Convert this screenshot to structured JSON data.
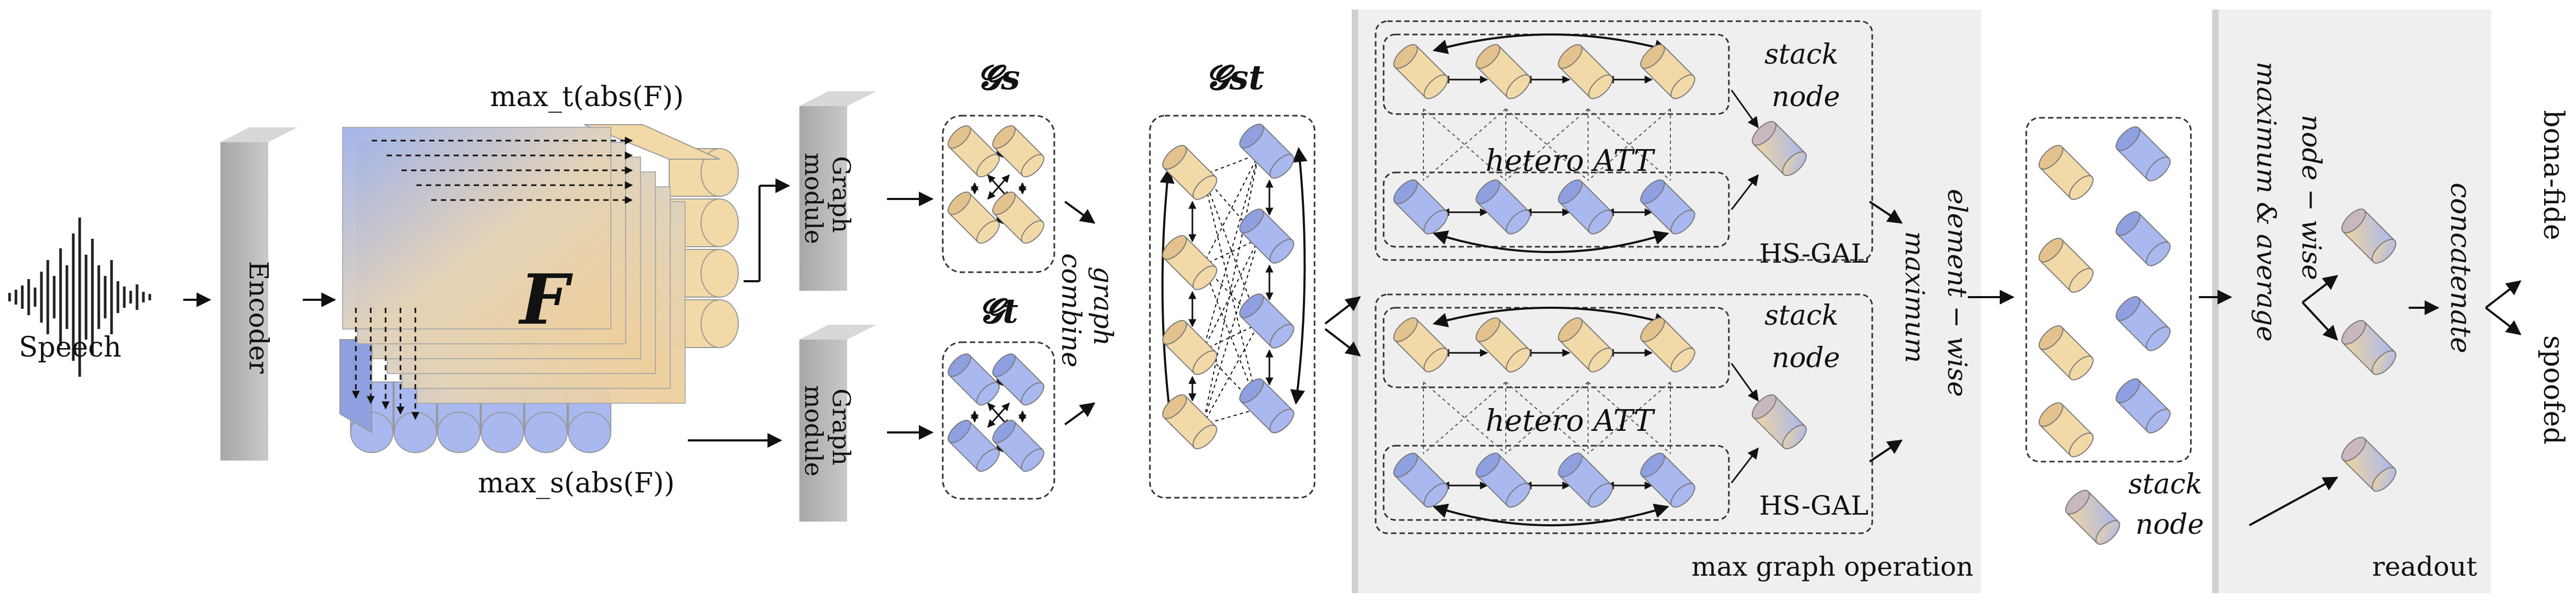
{
  "labels": {
    "speech": "Speech",
    "encoder": "Encoder",
    "feature": "F",
    "max_t": "max_t(abs(F))",
    "max_s": "max_s(abs(F))",
    "graph_module_top": [
      "Graph",
      "module"
    ],
    "graph_module_bottom": [
      "Graph",
      "module"
    ],
    "gs": "𝓖s",
    "gt": "𝓖t",
    "gst": "𝓖st",
    "graph_combine": [
      "graph",
      "combine"
    ],
    "stack_node_1": [
      "stack",
      "node"
    ],
    "stack_node_2": [
      "stack",
      "node"
    ],
    "stack_node_3": [
      "stack",
      "node"
    ],
    "hetero_att_1": "hetero ATT",
    "hetero_att_2": "hetero ATT",
    "hsgal_1": "HS-GAL",
    "hsgal_2": "HS-GAL",
    "element_wise": [
      "element − wise",
      "maximum"
    ],
    "max_graph_operation": "max graph operation",
    "node_wise": [
      "node − wise",
      "maximum & average"
    ],
    "concatenate": "concatenate",
    "readout": "readout",
    "bona_fide": "bona-fide",
    "spoofed": "spoofed"
  },
  "colors": {
    "orange": "#f2d9a8",
    "orange_dark": "#e3c28d",
    "blue": "#a9b8ee",
    "blue_dark": "#8ea0e0",
    "gray_panel": "#efefef",
    "gray_block": "#b7b7b7"
  }
}
